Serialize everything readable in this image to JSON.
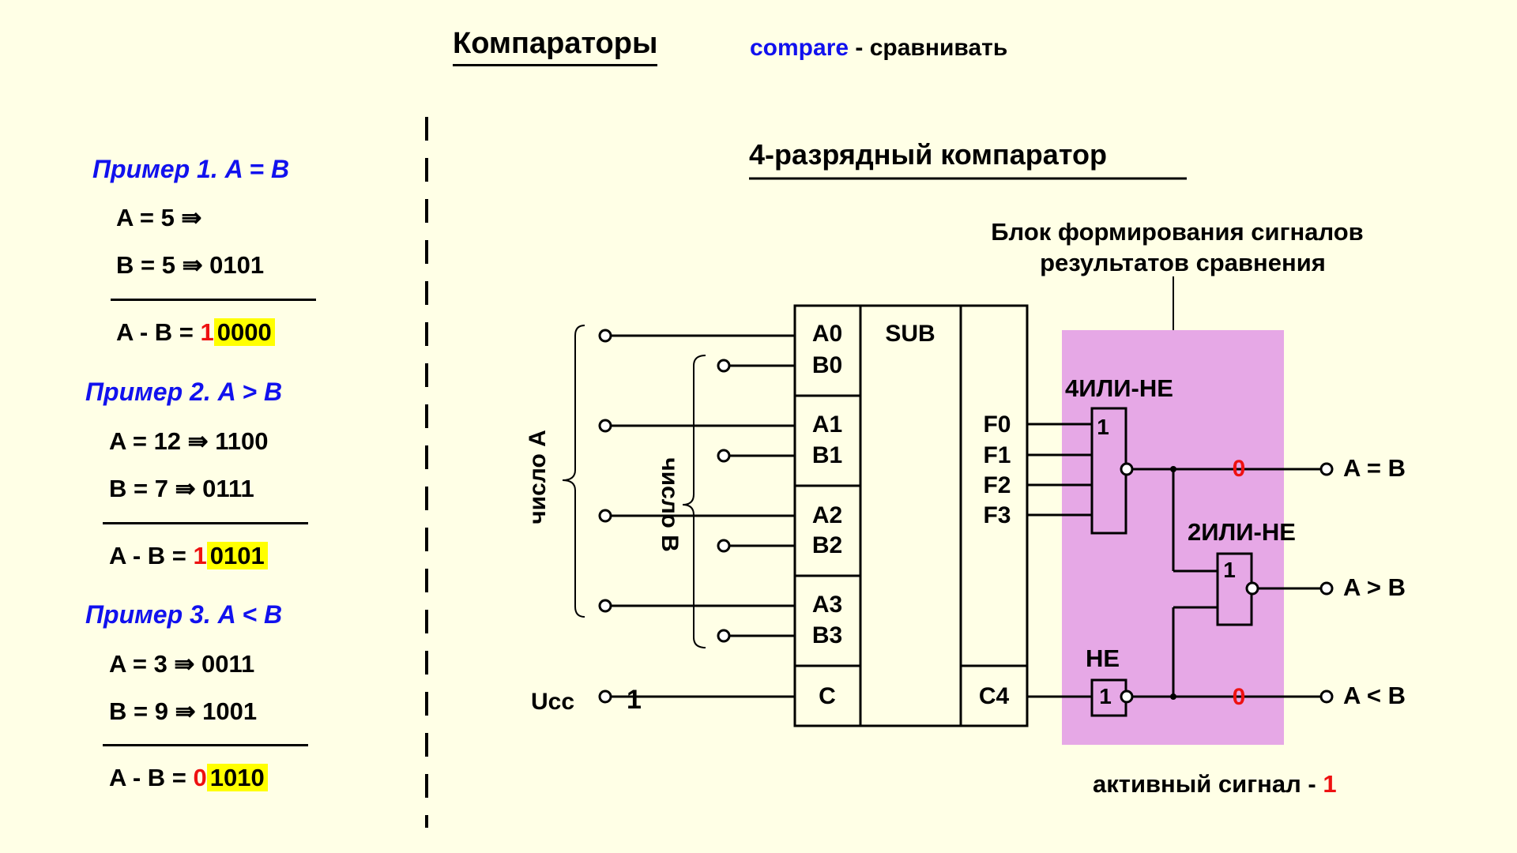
{
  "header": {
    "title": "Компараторы",
    "keyword": "compare",
    "translation": "- сравнивать"
  },
  "examples": [
    {
      "heading": "Пример 1.   A = B",
      "line_a": "A = 5 ⇛",
      "line_a_bin": "",
      "line_b": "B = 5 ⇛",
      "line_b_bin": "0101",
      "result_label": "A - B =",
      "result_carry": "1",
      "result_bits": "0000"
    },
    {
      "heading": "Пример 2.   A > B",
      "line_a": "A = 12 ⇛",
      "line_a_bin": "1100",
      "line_b": "B = 7 ⇛",
      "line_b_bin": "0111",
      "result_label": "A - B =",
      "result_carry": "1",
      "result_bits": "0101"
    },
    {
      "heading": "Пример 3.   A < B",
      "line_a": "A = 3 ⇛",
      "line_a_bin": "0011",
      "line_b": "B = 9 ⇛",
      "line_b_bin": "1001",
      "result_label": "A - B =",
      "result_carry": "0",
      "result_bits": "1010"
    }
  ],
  "diagram": {
    "title": "4-разрядный компаратор",
    "block_caption_line1": "Блок формирования сигналов",
    "block_caption_line2": "результатов сравнения",
    "label_number_a": "число A",
    "label_number_b": "число B",
    "ucc_label": "Ucc",
    "ucc_value": "1",
    "sub_label": "SUB",
    "inputs": [
      "A0",
      "B0",
      "A1",
      "B1",
      "A2",
      "B2",
      "A3",
      "B3"
    ],
    "carry_in": "C",
    "outputs": [
      "F0",
      "F1",
      "F2",
      "F3"
    ],
    "carry_out": "C4",
    "gate_nor4": "4ИЛИ-НЕ",
    "gate_nor2": "2ИЛИ-НЕ",
    "gate_not": "НЕ",
    "gate_symbol": "1",
    "signal_eq_value": "0",
    "signal_lt_value": "0",
    "out_eq": "A = B",
    "out_gt": "A > B",
    "out_lt": "A < B",
    "active_label": "активный сигнал -",
    "active_value": "1",
    "block_color": "#e6a8e6",
    "accent_red": "#ee1111",
    "accent_blue": "#1111ee",
    "highlight": "#ffff00"
  }
}
